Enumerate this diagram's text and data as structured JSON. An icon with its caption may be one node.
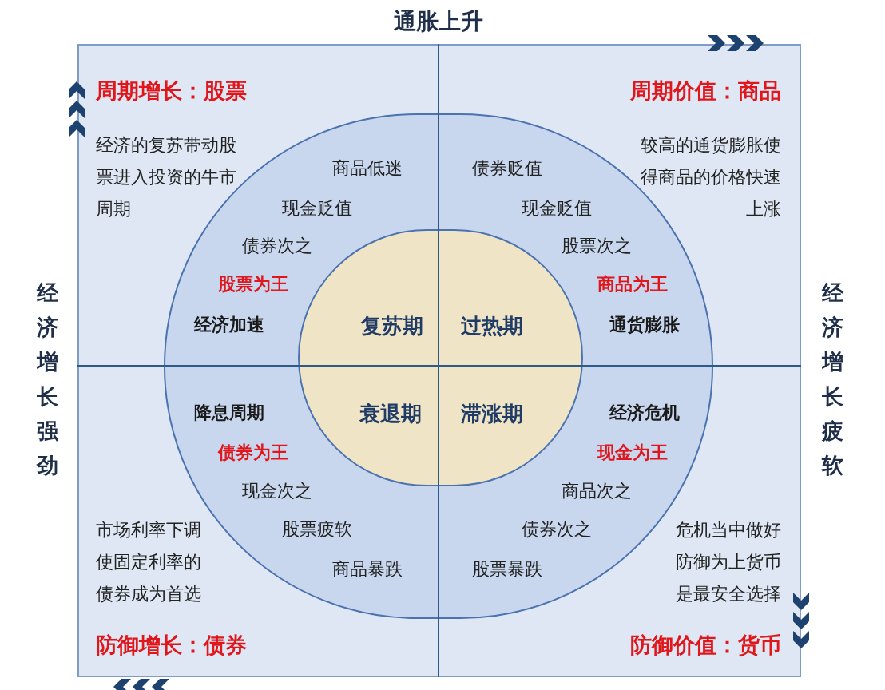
{
  "diagram": {
    "nodes": [
      {
        "text": [
          "商品低迷",
          "债券贬值",
          "现金贬值",
          "现金贬值",
          "债券次之",
          "股票次之",
          "股票为王",
          "商品为王",
          "经济加速",
          "通货膨胀",
          "降息周期",
          "经济危机",
          "债券为王",
          "现金为王",
          "现金次之",
          "商品次之",
          "股票疲软",
          "债券次之",
          "商品暴跌",
          "股票暴跌"
        ]
      },
      {
        "text": [
          "复苏期",
          "过热期",
          "衰退期",
          "滞涨期"
        ],
        "in": 0
      }
    ],
    "edges": [],
    "labels": [
      "通胀上升",
      "周期增长：股票",
      "周期价值：商品",
      "经济的复苏带动股票进入投资的牛市周期",
      "较高的通货膨胀使得商品的价格快速上涨",
      "经济增长强劲",
      "经济增长疲软",
      "市场利率下调使固定利率的债券成为首选",
      "危机当中做好防御为上货币是最安全选择",
      "防御增长：债券",
      "防御价值：货币"
    ]
  }
}
